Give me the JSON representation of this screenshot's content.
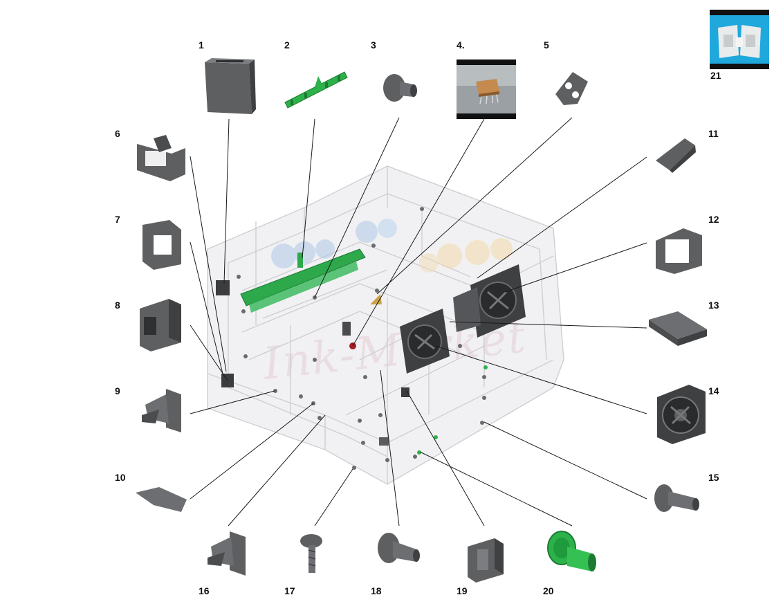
{
  "diagram": {
    "callouts": [
      {
        "id": 1,
        "label": "1"
      },
      {
        "id": 2,
        "label": "2"
      },
      {
        "id": 3,
        "label": "3"
      },
      {
        "id": 4,
        "label": "4."
      },
      {
        "id": 5,
        "label": "5"
      },
      {
        "id": 6,
        "label": "6"
      },
      {
        "id": 7,
        "label": "7"
      },
      {
        "id": 8,
        "label": "8"
      },
      {
        "id": 9,
        "label": "9"
      },
      {
        "id": 10,
        "label": "10"
      },
      {
        "id": 11,
        "label": "11"
      },
      {
        "id": 12,
        "label": "12"
      },
      {
        "id": 13,
        "label": "13"
      },
      {
        "id": 14,
        "label": "14"
      },
      {
        "id": 15,
        "label": "15"
      },
      {
        "id": 16,
        "label": "16"
      },
      {
        "id": 17,
        "label": "17"
      },
      {
        "id": 18,
        "label": "18"
      },
      {
        "id": 19,
        "label": "19"
      },
      {
        "id": 20,
        "label": "20"
      },
      {
        "id": 21,
        "label": "21"
      }
    ],
    "watermark": "Ink-Market",
    "colors": {
      "part_gray": "#5e5f61",
      "part_dark": "#3f4042",
      "part_green": "#2db24a",
      "leader_line": "#1a1a1a",
      "frame": "#d7d7d9",
      "photo_bg_blue": "#1fa8dc"
    }
  }
}
